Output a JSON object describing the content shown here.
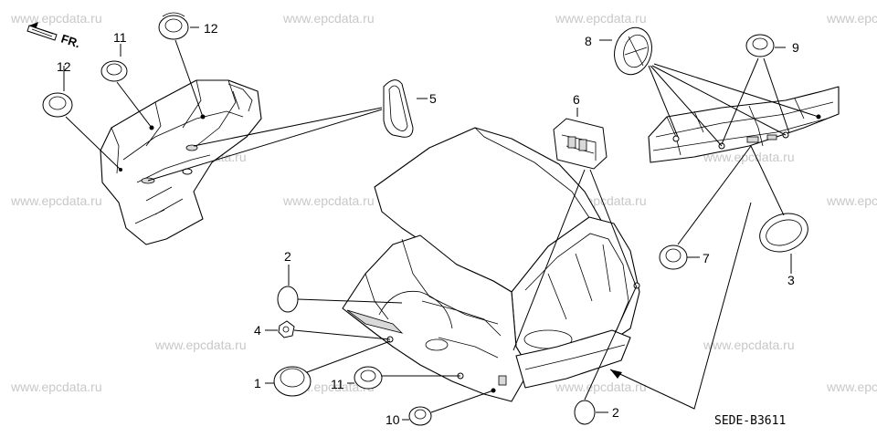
{
  "watermark": "www.epcdata.ru",
  "direction_label": "FR.",
  "diagram_code": "SEDE-B3611",
  "callouts": {
    "c1": "1",
    "c2a": "2",
    "c2b": "2",
    "c3": "3",
    "c4": "4",
    "c5": "5",
    "c6": "6",
    "c7": "7",
    "c8": "8",
    "c9": "9",
    "c10": "10",
    "c11a": "11",
    "c11b": "11",
    "c12a": "12",
    "c12b": "12"
  }
}
